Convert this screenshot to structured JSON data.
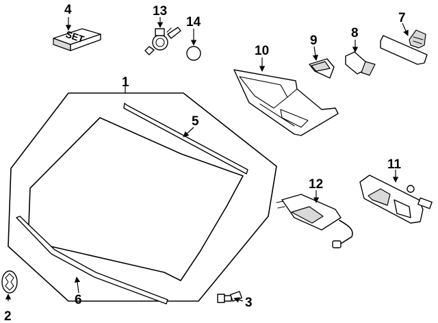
{
  "callouts": {
    "c1": "1",
    "c2": "2",
    "c3": "3",
    "c4": "4",
    "c5": "5",
    "c6": "6",
    "c7": "7",
    "c8": "8",
    "c9": "9",
    "c10": "10",
    "c11": "11",
    "c12": "12",
    "c13": "13",
    "c14": "14"
  },
  "set_label": "SET"
}
